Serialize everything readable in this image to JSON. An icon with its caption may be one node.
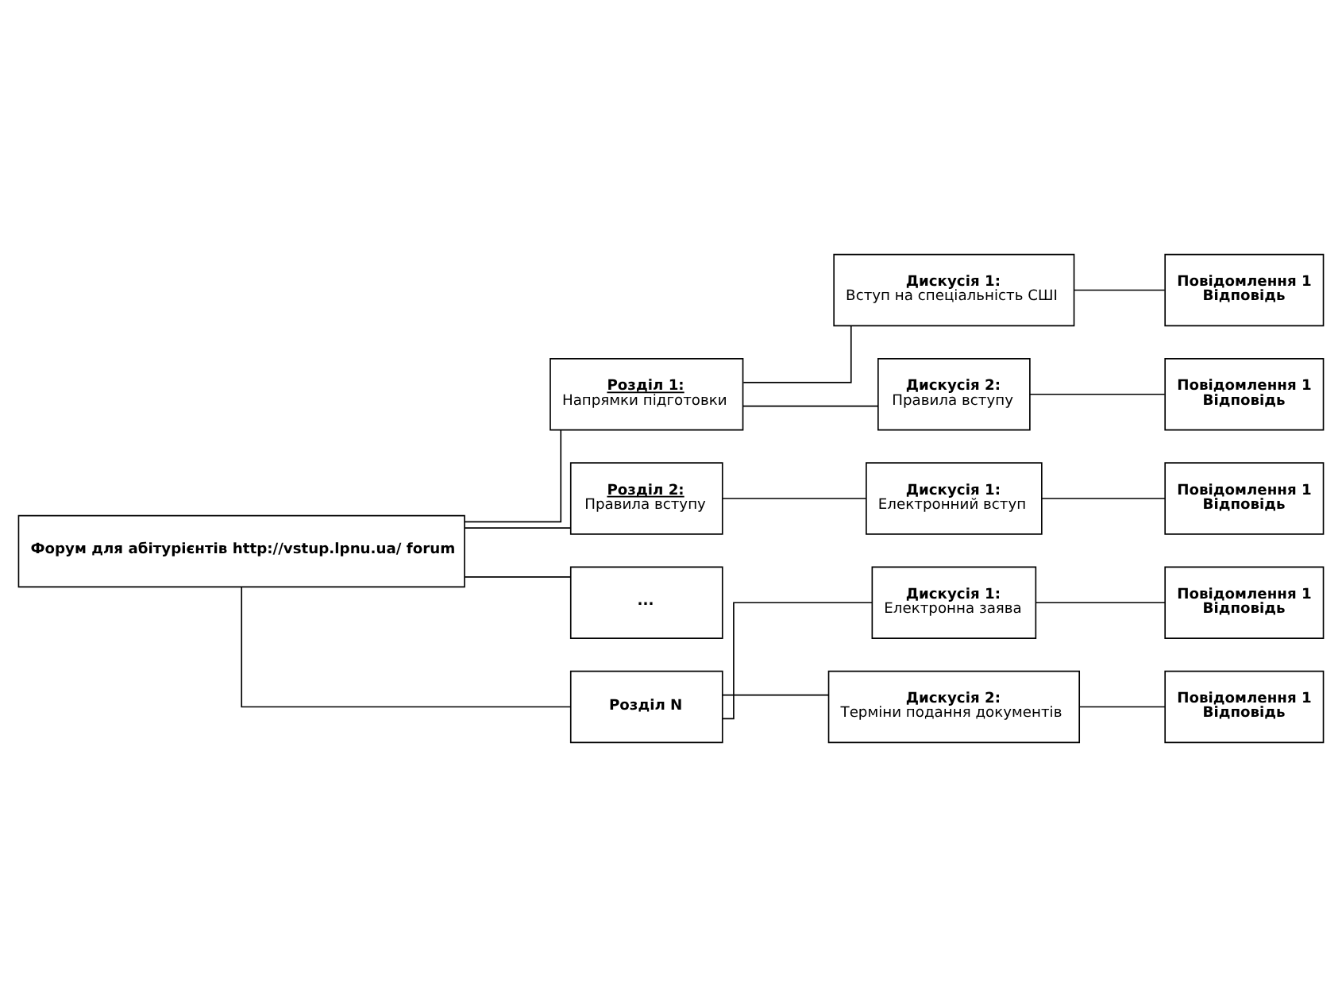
{
  "diagram": {
    "nodes": [
      {
        "text": [
          "Форум для абітурієнтів http://vstup.lpnu.ua/ forum"
        ]
      },
      {
        "text": [
          "Розділ 1:",
          "Напрямки підготовки"
        ]
      },
      {
        "text": [
          "Розділ 2:",
          "Правила вступу"
        ]
      },
      {
        "text": [
          "..."
        ]
      },
      {
        "text": [
          "Розділ N"
        ]
      },
      {
        "text": [
          "Дискусія 1:",
          "Вступ на спеціальність СШІ"
        ]
      },
      {
        "text": [
          "Дискусія 2:",
          "Правила вступу"
        ]
      },
      {
        "text": [
          "Дискусія 1:",
          "Електронний вступ"
        ]
      },
      {
        "text": [
          "Дискусія 1:",
          "Електронна заява"
        ]
      },
      {
        "text": [
          "Дискусія 2:",
          "Терміни подання документів"
        ]
      },
      {
        "text": [
          "Повідомлення 1",
          "Відповідь"
        ]
      },
      {
        "text": [
          "Повідомлення 1",
          "Відповідь"
        ]
      },
      {
        "text": [
          "Повідомлення 1",
          "Відповідь"
        ]
      },
      {
        "text": [
          "Повідомлення 1",
          "Відповідь"
        ]
      },
      {
        "text": [
          "Повідомлення 1",
          "Відповідь"
        ]
      }
    ],
    "edges": [
      {
        "from": 0,
        "to": 1,
        "arrow": "none"
      },
      {
        "from": 0,
        "to": 2,
        "arrow": "none"
      },
      {
        "from": 0,
        "to": 3,
        "arrow": "none"
      },
      {
        "from": 0,
        "to": 4,
        "arrow": "none"
      },
      {
        "from": 1,
        "to": 5,
        "arrow": "none"
      },
      {
        "from": 1,
        "to": 6,
        "arrow": "none"
      },
      {
        "from": 2,
        "to": 7,
        "arrow": "none"
      },
      {
        "from": 4,
        "to": 8,
        "arrow": "none"
      },
      {
        "from": 4,
        "to": 9,
        "arrow": "none"
      },
      {
        "from": 5,
        "to": 10,
        "arrow": "none"
      },
      {
        "from": 6,
        "to": 11,
        "arrow": "none"
      },
      {
        "from": 7,
        "to": 12,
        "arrow": "none"
      },
      {
        "from": 8,
        "to": 13,
        "arrow": "none"
      },
      {
        "from": 9,
        "to": 14,
        "arrow": "none"
      }
    ]
  }
}
